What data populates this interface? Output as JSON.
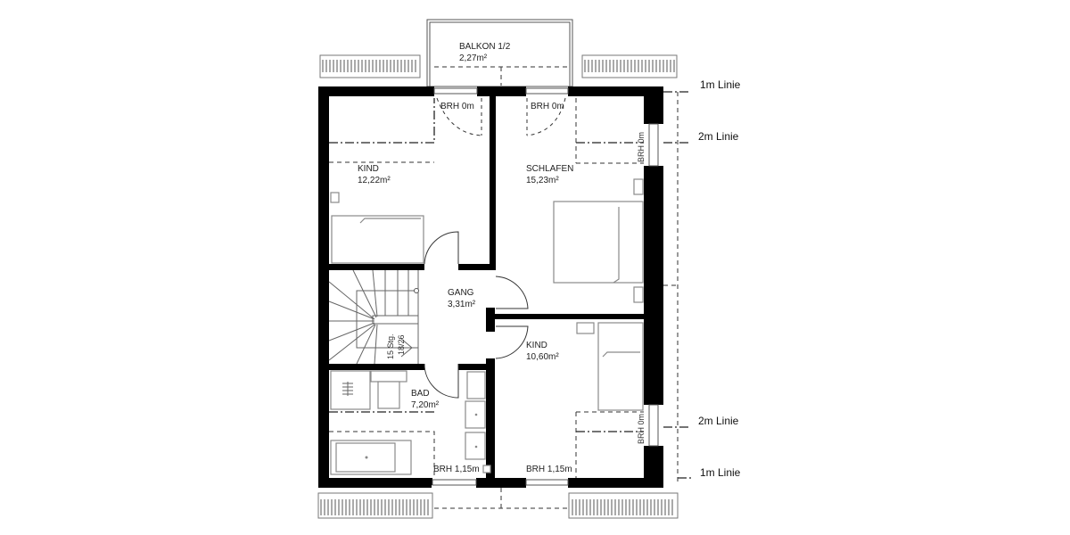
{
  "plan": {
    "type": "floor-plan",
    "rooms": [
      {
        "id": "balkon",
        "name": "BALKON 1/2",
        "area": "2,27m²"
      },
      {
        "id": "kind1",
        "name": "KIND",
        "area": "12,22m²"
      },
      {
        "id": "schlafen",
        "name": "SCHLAFEN",
        "area": "15,23m²"
      },
      {
        "id": "gang",
        "name": "GANG",
        "area": "3,31m²"
      },
      {
        "id": "kind2",
        "name": "KIND",
        "area": "10,60m²"
      },
      {
        "id": "bad",
        "name": "BAD",
        "area": "7,20m²"
      }
    ],
    "window_heights": {
      "top_left": "BRH 0m",
      "top_right": "BRH 0m",
      "right_upper": "BRH 0m",
      "right_lower": "BRH 0m",
      "bottom_left": "BRH 1,15m",
      "bottom_right": "BRH 1,15m"
    },
    "stairs": {
      "steps": "15 Stg.",
      "ratio": "18/26"
    },
    "height_lines": {
      "top_1m": "1m Linie",
      "top_2m": "2m Linie",
      "bottom_2m": "2m Linie",
      "bottom_1m": "1m Linie"
    },
    "colors": {
      "wall": "#000000",
      "furniture": "#8a8a8a",
      "lines": "#333333"
    }
  }
}
